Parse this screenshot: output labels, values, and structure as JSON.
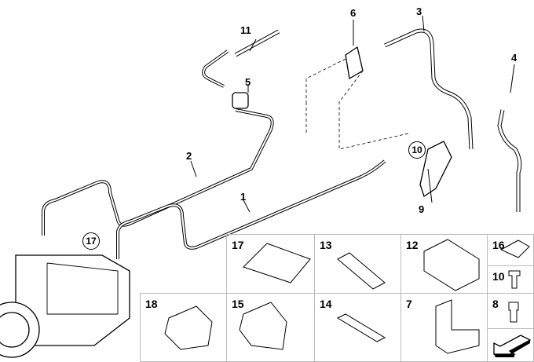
{
  "diagram": {
    "callouts": [
      "1",
      "2",
      "3",
      "4",
      "5",
      "6",
      "9",
      "11"
    ],
    "circled": [
      "10",
      "17"
    ],
    "parts_grid": [
      {
        "label": "17",
        "part": "pipe-clip-5-way"
      },
      {
        "label": "13",
        "part": "pipe-clip-3-way"
      },
      {
        "label": "12",
        "part": "pipe-holder-block"
      },
      {
        "label": "16",
        "part": "clip-nut"
      },
      {
        "label": "10",
        "part": "bolt"
      },
      {
        "label": "18",
        "part": "pipe-holder"
      },
      {
        "label": "15",
        "part": "pipe-clip"
      },
      {
        "label": "14",
        "part": "bracket"
      },
      {
        "label": "7",
        "part": "pipe-holder-bracket"
      },
      {
        "label": "8",
        "part": "socket-screw"
      }
    ]
  }
}
